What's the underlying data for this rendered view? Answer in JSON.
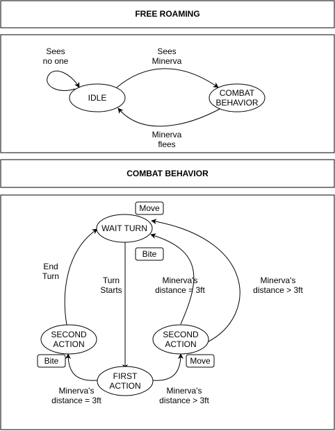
{
  "header_free_roaming": "FREE ROAMING",
  "header_combat_behavior": "COMBAT BEHAVIOR",
  "free_roaming": {
    "states": {
      "idle": "IDLE",
      "combat_behavior": [
        "COMBAT",
        "BEHAVIOR"
      ]
    },
    "transitions": {
      "sees_no_one": [
        "Sees",
        "no one"
      ],
      "sees_minerva": [
        "Sees",
        "Minerva"
      ],
      "minerva_flees": [
        "Minerva",
        "flees"
      ]
    }
  },
  "combat": {
    "states": {
      "wait_turn": "WAIT TURN",
      "first_action": [
        "FIRST",
        "ACTION"
      ],
      "second_action_left": [
        "SECOND",
        "ACTION"
      ],
      "second_action_right": [
        "SECOND",
        "ACTION"
      ]
    },
    "action_tags": {
      "move_top": "Move",
      "bite_mid": "Bite",
      "bite_left": "Bite",
      "move_right": "Move"
    },
    "transitions": {
      "end_turn": [
        "End",
        "Turn"
      ],
      "turn_starts": [
        "Turn",
        "Starts"
      ],
      "dist_eq_3ft_upper": [
        "Minerva's",
        "distance = 3ft"
      ],
      "dist_gt_3ft_upper": [
        "Minerva's",
        "distance > 3ft"
      ],
      "dist_eq_3ft_lower": [
        "Minerva's",
        "distance = 3ft"
      ],
      "dist_gt_3ft_lower": [
        "Minerva's",
        "distance > 3ft"
      ]
    }
  }
}
